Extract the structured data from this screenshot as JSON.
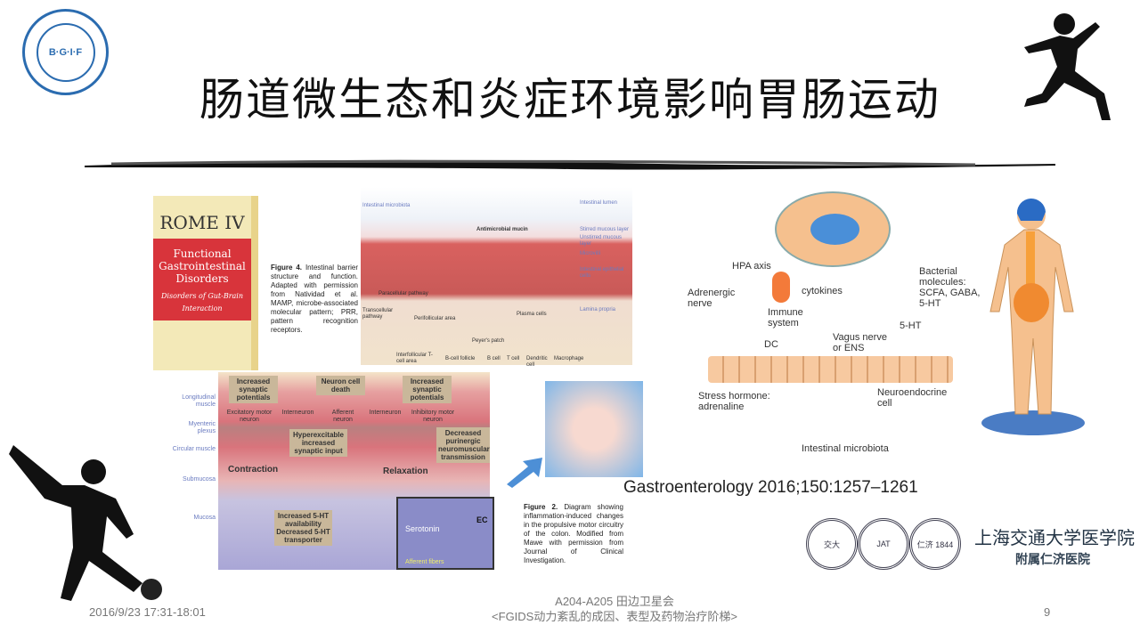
{
  "logo": {
    "text": "B·G·I·F"
  },
  "title": "肠道微生态和炎症环境影响胃肠运动",
  "book": {
    "title": "ROME IV",
    "subtitle": "Functional Gastrointestinal Disorders",
    "tagline": "Disorders of Gut-Brain Interaction"
  },
  "figure4": {
    "caption_bold": "Figure 4.",
    "caption": "Intestinal barrier structure and function. Adapted with permission from Natividad et al. MAMP, microbe-associated molecular pattern; PRR, pattern recognition receptors.",
    "labels": [
      "Intestinal microbiota",
      "Antimicrobial mucin",
      "Intestinal lumen",
      "Stirred mucous layer",
      "Unstirred mucous layer",
      "Microvilli",
      "Intestinal epithelial cells",
      "Lamina propria",
      "Paracellular pathway",
      "Transcellular pathway",
      "Perifollicular area",
      "Plasma cells",
      "B cell",
      "T cell",
      "Dendritic cell",
      "Macrophage",
      "B-cell follicle",
      "Peyer's patch",
      "Interfollicular T-cell area"
    ]
  },
  "figure2": {
    "caption_bold": "Figure 2.",
    "caption": "Diagram showing inflammation-induced changes in the propulsive motor circuitry of the colon. Modified from Mawe with permission from Journal of Clinical Investigation.",
    "layers": [
      "Longitudinal muscle",
      "Myenteric plexus",
      "Circular muscle",
      "Submucosa",
      "Mucosa"
    ],
    "boxes": [
      "Increased synaptic potentials",
      "Neuron cell death",
      "Increased synaptic potentials",
      "Hyperexcitable increased synaptic input",
      "Decreased purinergic neuromuscular transmission",
      "Increased 5-HT availability Decreased 5-HT transporter"
    ],
    "neurons": [
      "Excitatory motor neuron",
      "Interneuron",
      "Afferent neuron",
      "Interneuron",
      "Inhibitory motor neuron"
    ],
    "effects": [
      "Contraction",
      "Relaxation"
    ],
    "inset": [
      "Serotonin",
      "EC",
      "Afferent fibers"
    ]
  },
  "gut_brain": {
    "labels": [
      "HPA axis",
      "Adrenergic nerve",
      "cytokines",
      "Immune system",
      "DC",
      "Vagus nerve or ENS",
      "5-HT",
      "Bacterial molecules: SCFA, GABA, 5-HT",
      "Stress hormone: adrenaline",
      "Neuroendocrine cell",
      "Intestinal microbiota"
    ]
  },
  "citation": "Gastroenterology 2016;150:1257–1261",
  "institution": {
    "seals": [
      "交大",
      "JAT",
      "仁济 1844"
    ],
    "name": "上海交通大学医学院",
    "hospital": "附属仁济医院"
  },
  "footer": {
    "date": "2016/9/23  17:31-18:01",
    "line1": "A204-A205 田边卫星会",
    "line2": "<FGIDS动力紊乱的成因、表型及药物治疗阶梯>",
    "page": "9"
  },
  "colors": {
    "accent": "#2b6cb0",
    "book_red": "#d8343b"
  }
}
